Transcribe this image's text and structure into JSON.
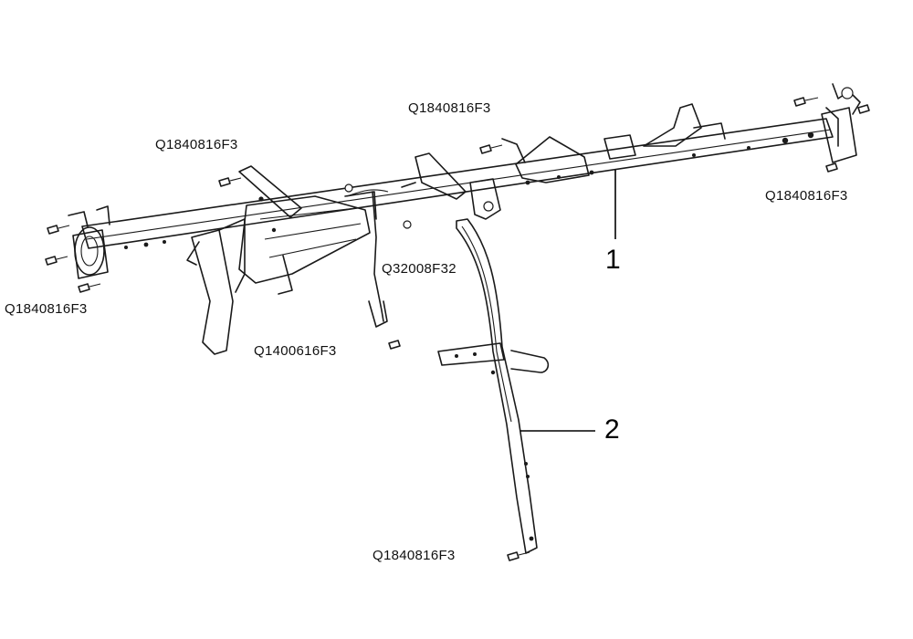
{
  "labels": {
    "top_center": "Q1840816F3",
    "upper_left": "Q1840816F3",
    "right": "Q1840816F3",
    "left": "Q1840816F3",
    "mid_harness": "Q32008F32",
    "small_bolt": "Q1400616F3",
    "bottom": "Q1840816F3"
  },
  "callouts": {
    "part_1": "1",
    "part_2": "2"
  }
}
